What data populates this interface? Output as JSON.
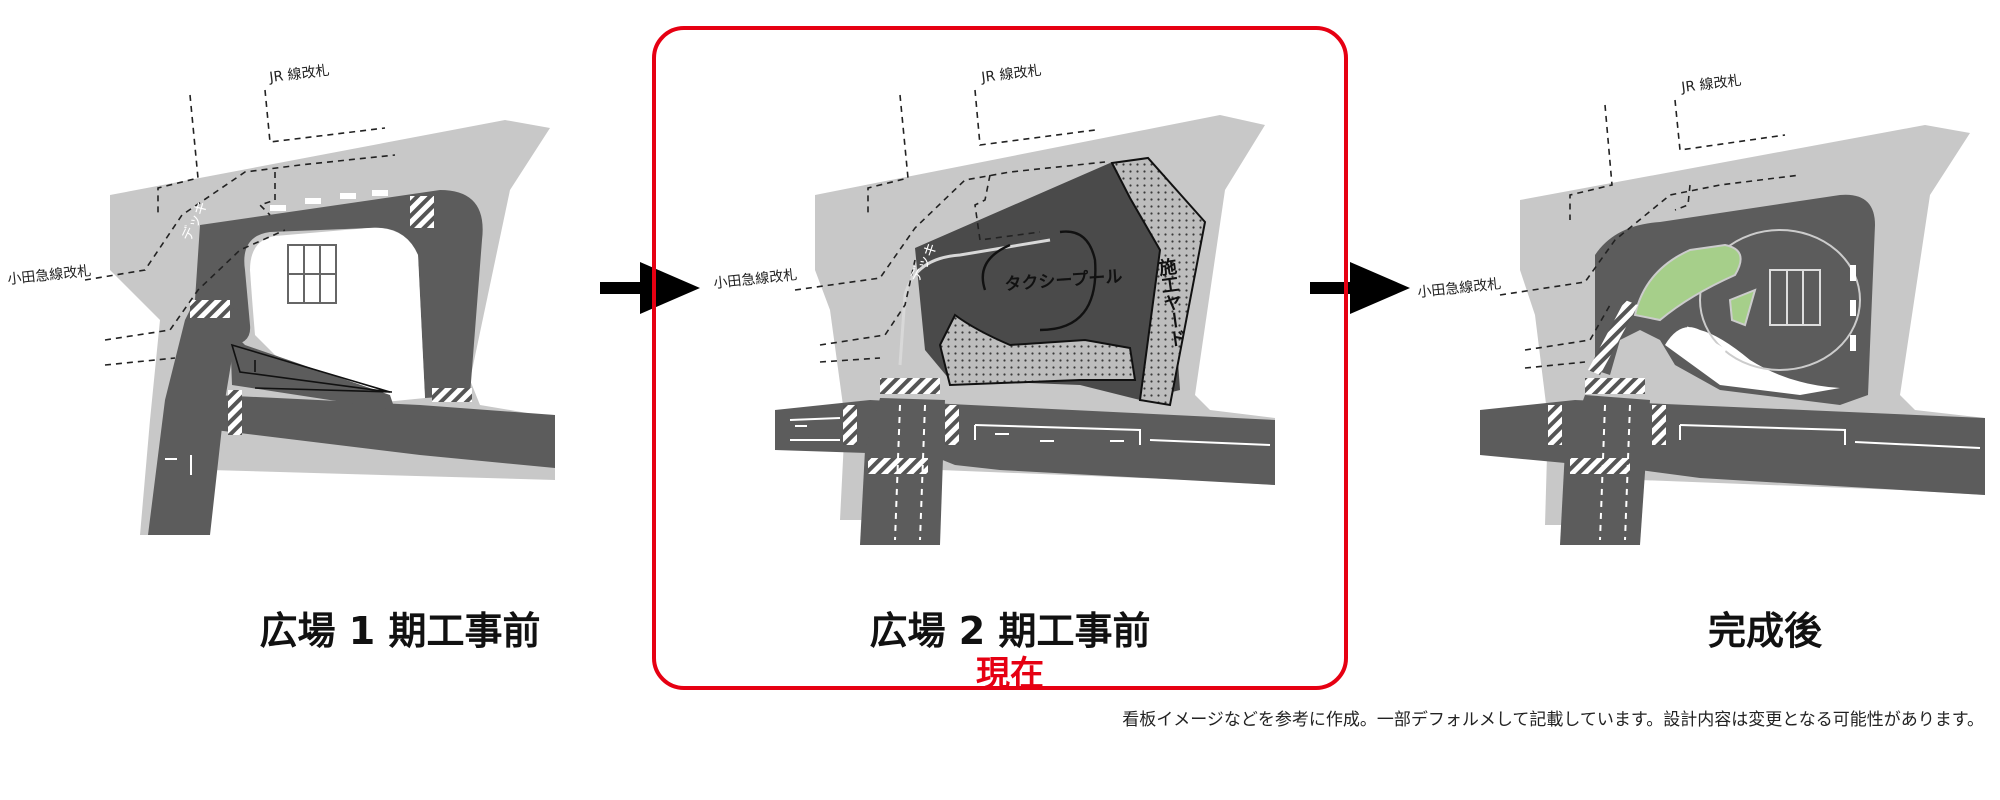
{
  "labels": {
    "jr_gate": "JR 線改札",
    "odakyu_gate": "小田急線改札",
    "deck": "デッキ",
    "taxi_pool": "タクシープール",
    "construction_yard": "施工ヤード"
  },
  "panels": [
    {
      "caption": "広場 1 期工事前"
    },
    {
      "caption": "広場 2 期工事前",
      "status": "現在"
    },
    {
      "caption": "完成後"
    }
  ],
  "note": "看板イメージなどを参考に作成。一部デフォルメして記載しています。設計内容は変更となる可能性があります。",
  "colors": {
    "plaza": "#c8c8c8",
    "road": "#5c5c5c",
    "dark": "#4a4a4a",
    "yard": "#bcbcbc",
    "green": "#a6cf8a",
    "highlight": "#e60012",
    "arrow": "#000000"
  },
  "icons": {
    "arrow1": "arrow-right-icon",
    "arrow2": "arrow-right-icon"
  }
}
